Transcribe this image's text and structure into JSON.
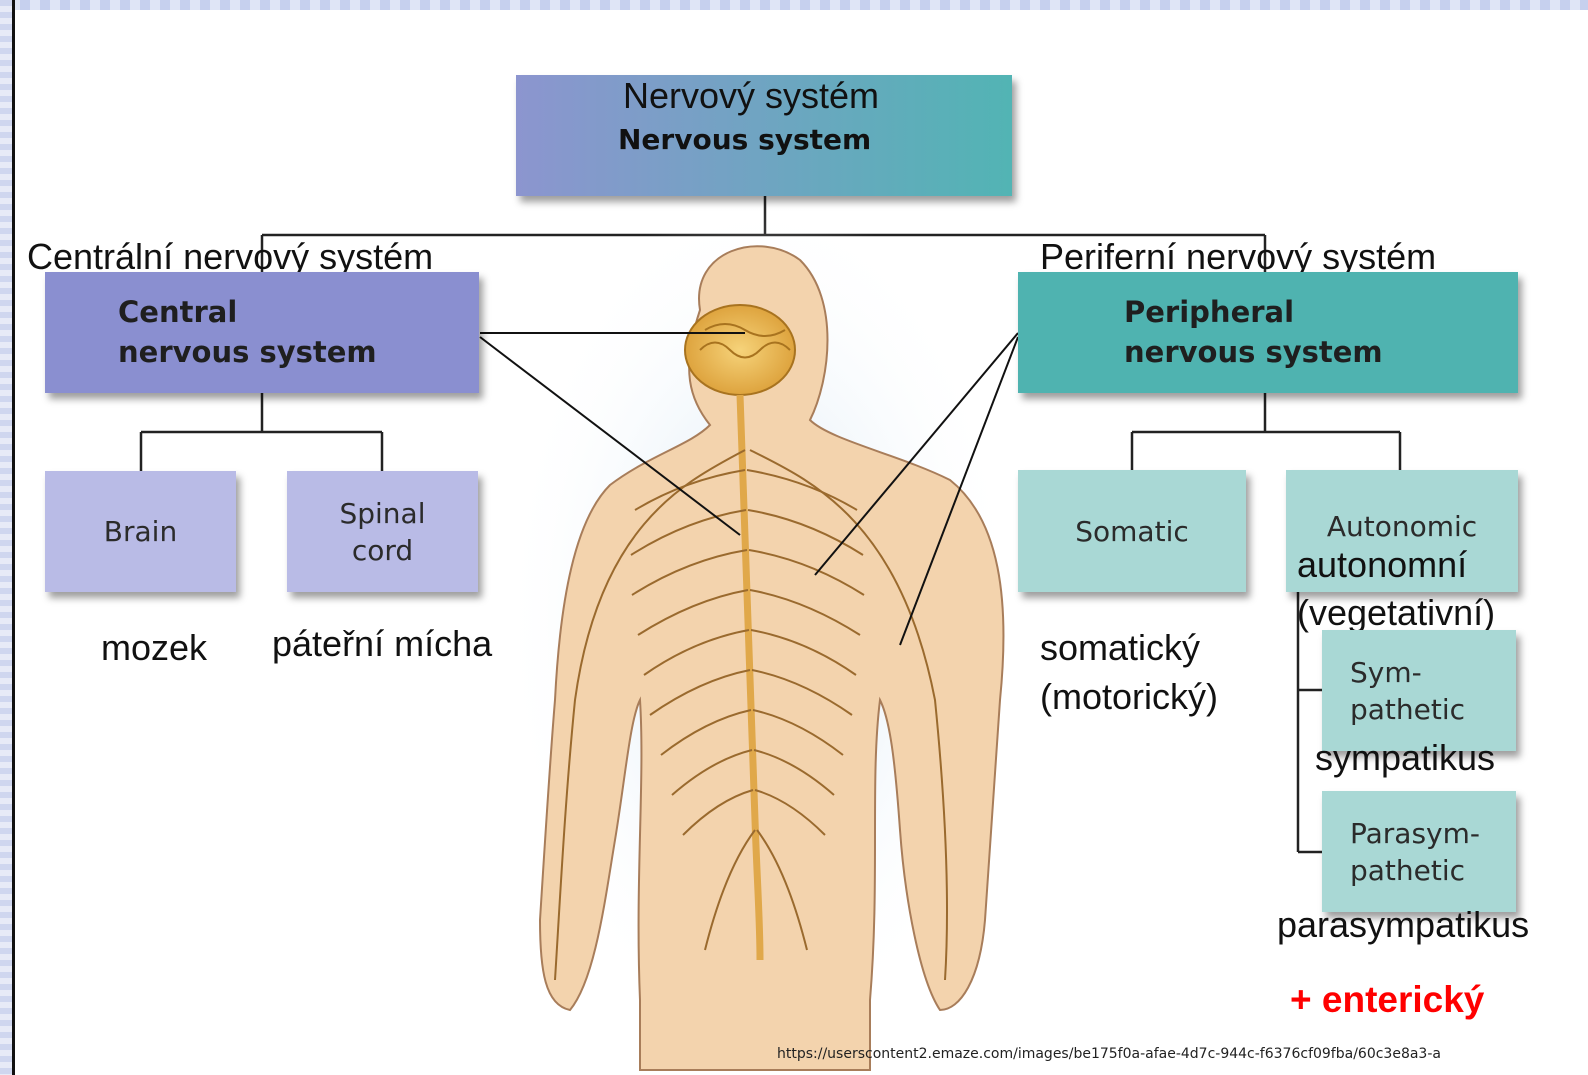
{
  "top": {
    "cz": "Nervový systém",
    "en": "Nervous system"
  },
  "cns": {
    "cz": "Centrální nervový systém",
    "en_line1": "Central",
    "en_line2": "nervous system"
  },
  "pns": {
    "cz": "Periferní nervový systém",
    "en_line1": "Peripheral",
    "en_line2": "nervous system"
  },
  "brain": {
    "en": "Brain",
    "cz": "mozek"
  },
  "spinal": {
    "en_line1": "Spinal",
    "en_line2": "cord",
    "cz": "páteřní mícha"
  },
  "somatic": {
    "en": "Somatic",
    "cz_line1": "somatický",
    "cz_line2": "(motorický)"
  },
  "autonomic": {
    "en": "Autonomic",
    "cz_line1": "autonomní",
    "cz_line2": "(vegetativní)"
  },
  "sympathetic": {
    "en_line1": "Sym-",
    "en_line2": "pathetic",
    "cz": "sympatikus"
  },
  "parasympathetic": {
    "en_line1": "Parasym-",
    "en_line2": "pathetic",
    "cz": "parasympatikus"
  },
  "enteric": "+ enterický",
  "source_url": "https://userscontent2.emaze.com/images/be175f0a-afae-4d7c-944c-f6376cf09fba/60c3e8a3-a",
  "colors": {
    "dark_box_gradient_left": "#8c95cf",
    "dark_box_gradient_right": "#52b4b4",
    "cns_box": "#8a8fd0",
    "pns_box": "#4fb3b0",
    "light_purple_box": "#b9bbe6",
    "light_teal_box": "#a9d8d5",
    "enteric_red": "#ff0000",
    "skin": "#f3d3ad",
    "nerve_yellow": "#e0a84a"
  }
}
